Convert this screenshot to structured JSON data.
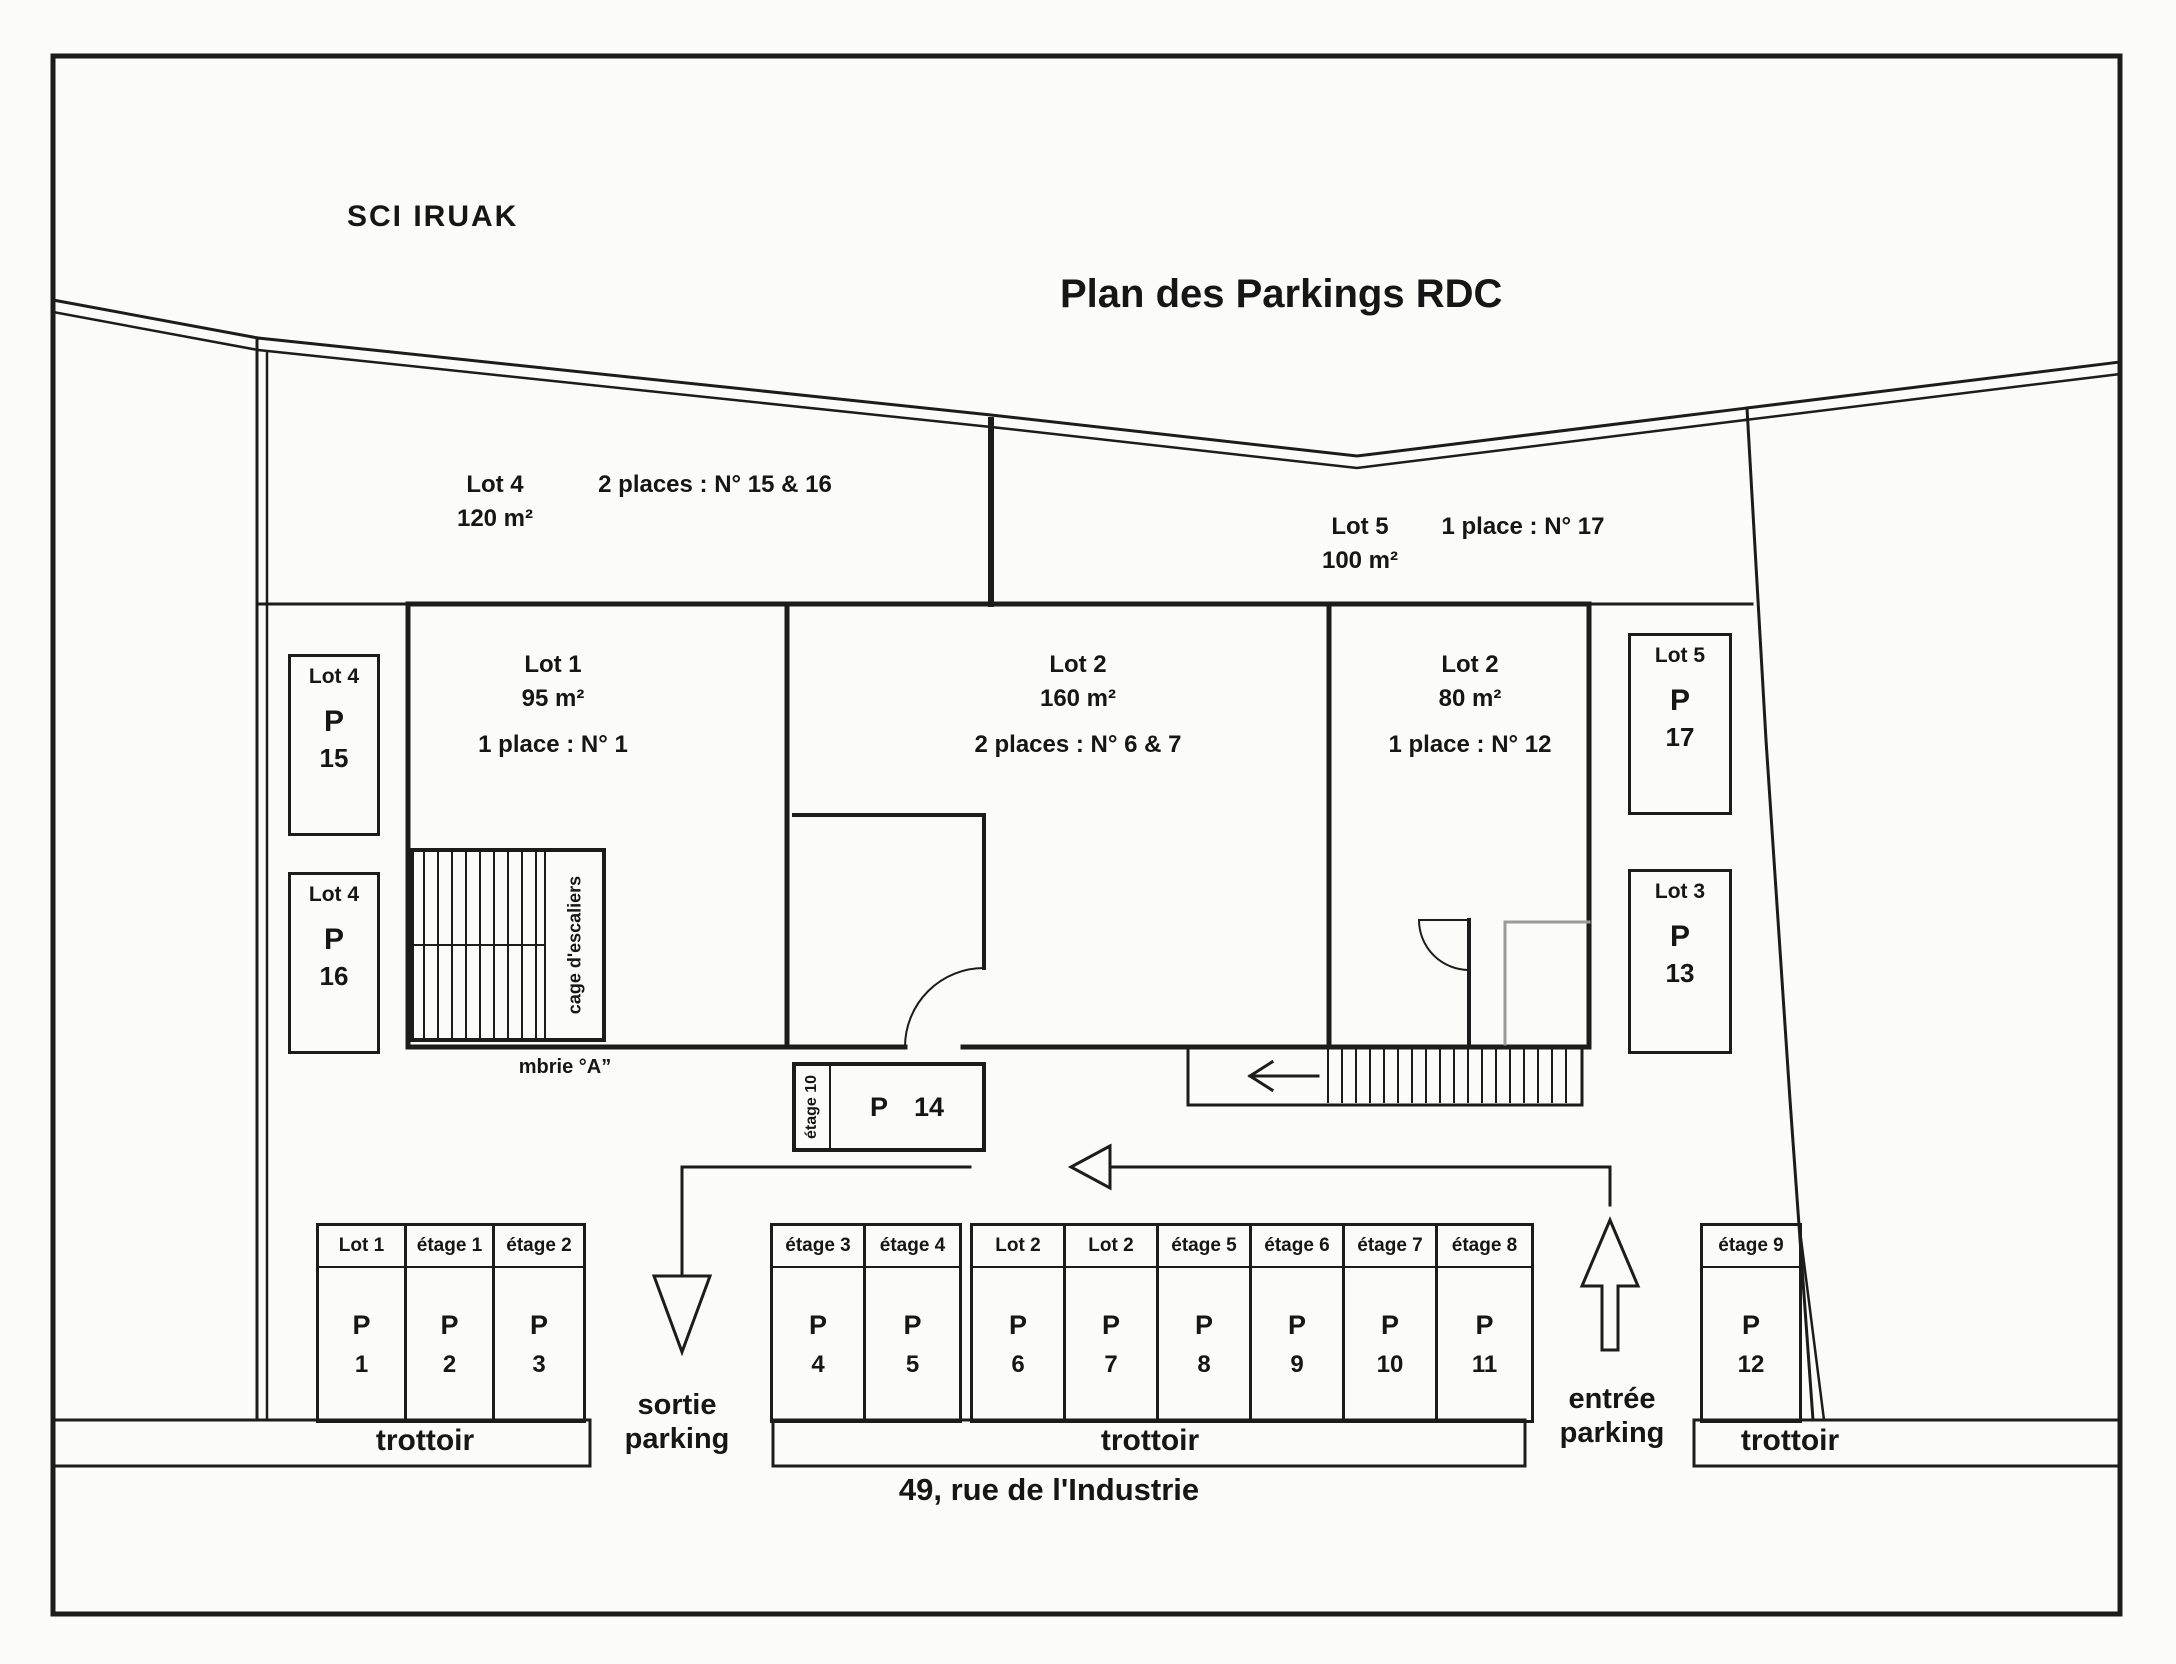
{
  "header": {
    "company": "SCI IRUAK",
    "title": "Plan des Parkings RDC"
  },
  "zones": {
    "lot4_top": {
      "name": "Lot 4",
      "area": "120 m²",
      "places": "2 places : N° 15 & 16"
    },
    "lot5_top": {
      "name": "Lot 5",
      "area": "100 m²",
      "places": "1 place : N° 17"
    },
    "lot1": {
      "name": "Lot 1",
      "area": "95 m²",
      "places": "1 place : N° 1"
    },
    "lot2_center": {
      "name": "Lot 2",
      "area": "160 m²",
      "places": "2 places : N° 6 & 7"
    },
    "lot2_right": {
      "name": "Lot 2",
      "area": "80 m²",
      "places": "1 place : N° 12"
    }
  },
  "side_boxes": {
    "p15": {
      "lot": "Lot 4",
      "p": "P",
      "num": "15"
    },
    "p16": {
      "lot": "Lot 4",
      "p": "P",
      "num": "16"
    },
    "p17": {
      "lot": "Lot 5",
      "p": "P",
      "num": "17"
    },
    "p13": {
      "lot": "Lot 3",
      "p": "P",
      "num": "13"
    }
  },
  "stairwell": {
    "label": "cage d'escaliers",
    "sublabel": "mbrie °A”"
  },
  "p14": {
    "etage": "étage 10",
    "p": "P",
    "num": "14"
  },
  "stalls": {
    "group1": [
      {
        "label": "Lot 1",
        "p": "P",
        "num": "1"
      },
      {
        "label": "étage 1",
        "p": "P",
        "num": "2"
      },
      {
        "label": "étage 2",
        "p": "P",
        "num": "3"
      }
    ],
    "group2": [
      {
        "label": "étage 3",
        "p": "P",
        "num": "4"
      },
      {
        "label": "étage 4",
        "p": "P",
        "num": "5"
      },
      {
        "label": "Lot 2",
        "p": "P",
        "num": "6"
      },
      {
        "label": "Lot 2",
        "p": "P",
        "num": "7"
      },
      {
        "label": "étage 5",
        "p": "P",
        "num": "8"
      },
      {
        "label": "étage 6",
        "p": "P",
        "num": "9"
      },
      {
        "label": "étage 7",
        "p": "P",
        "num": "10"
      },
      {
        "label": "étage 8",
        "p": "P",
        "num": "11"
      }
    ],
    "group3": [
      {
        "label": "étage 9",
        "p": "P",
        "num": "12"
      }
    ]
  },
  "labels": {
    "sortie_line1": "sortie",
    "sortie_line2": "parking",
    "entree_line1": "entrée",
    "entree_line2": "parking",
    "trottoir": "trottoir",
    "address": "49, rue de l'Industrie"
  }
}
